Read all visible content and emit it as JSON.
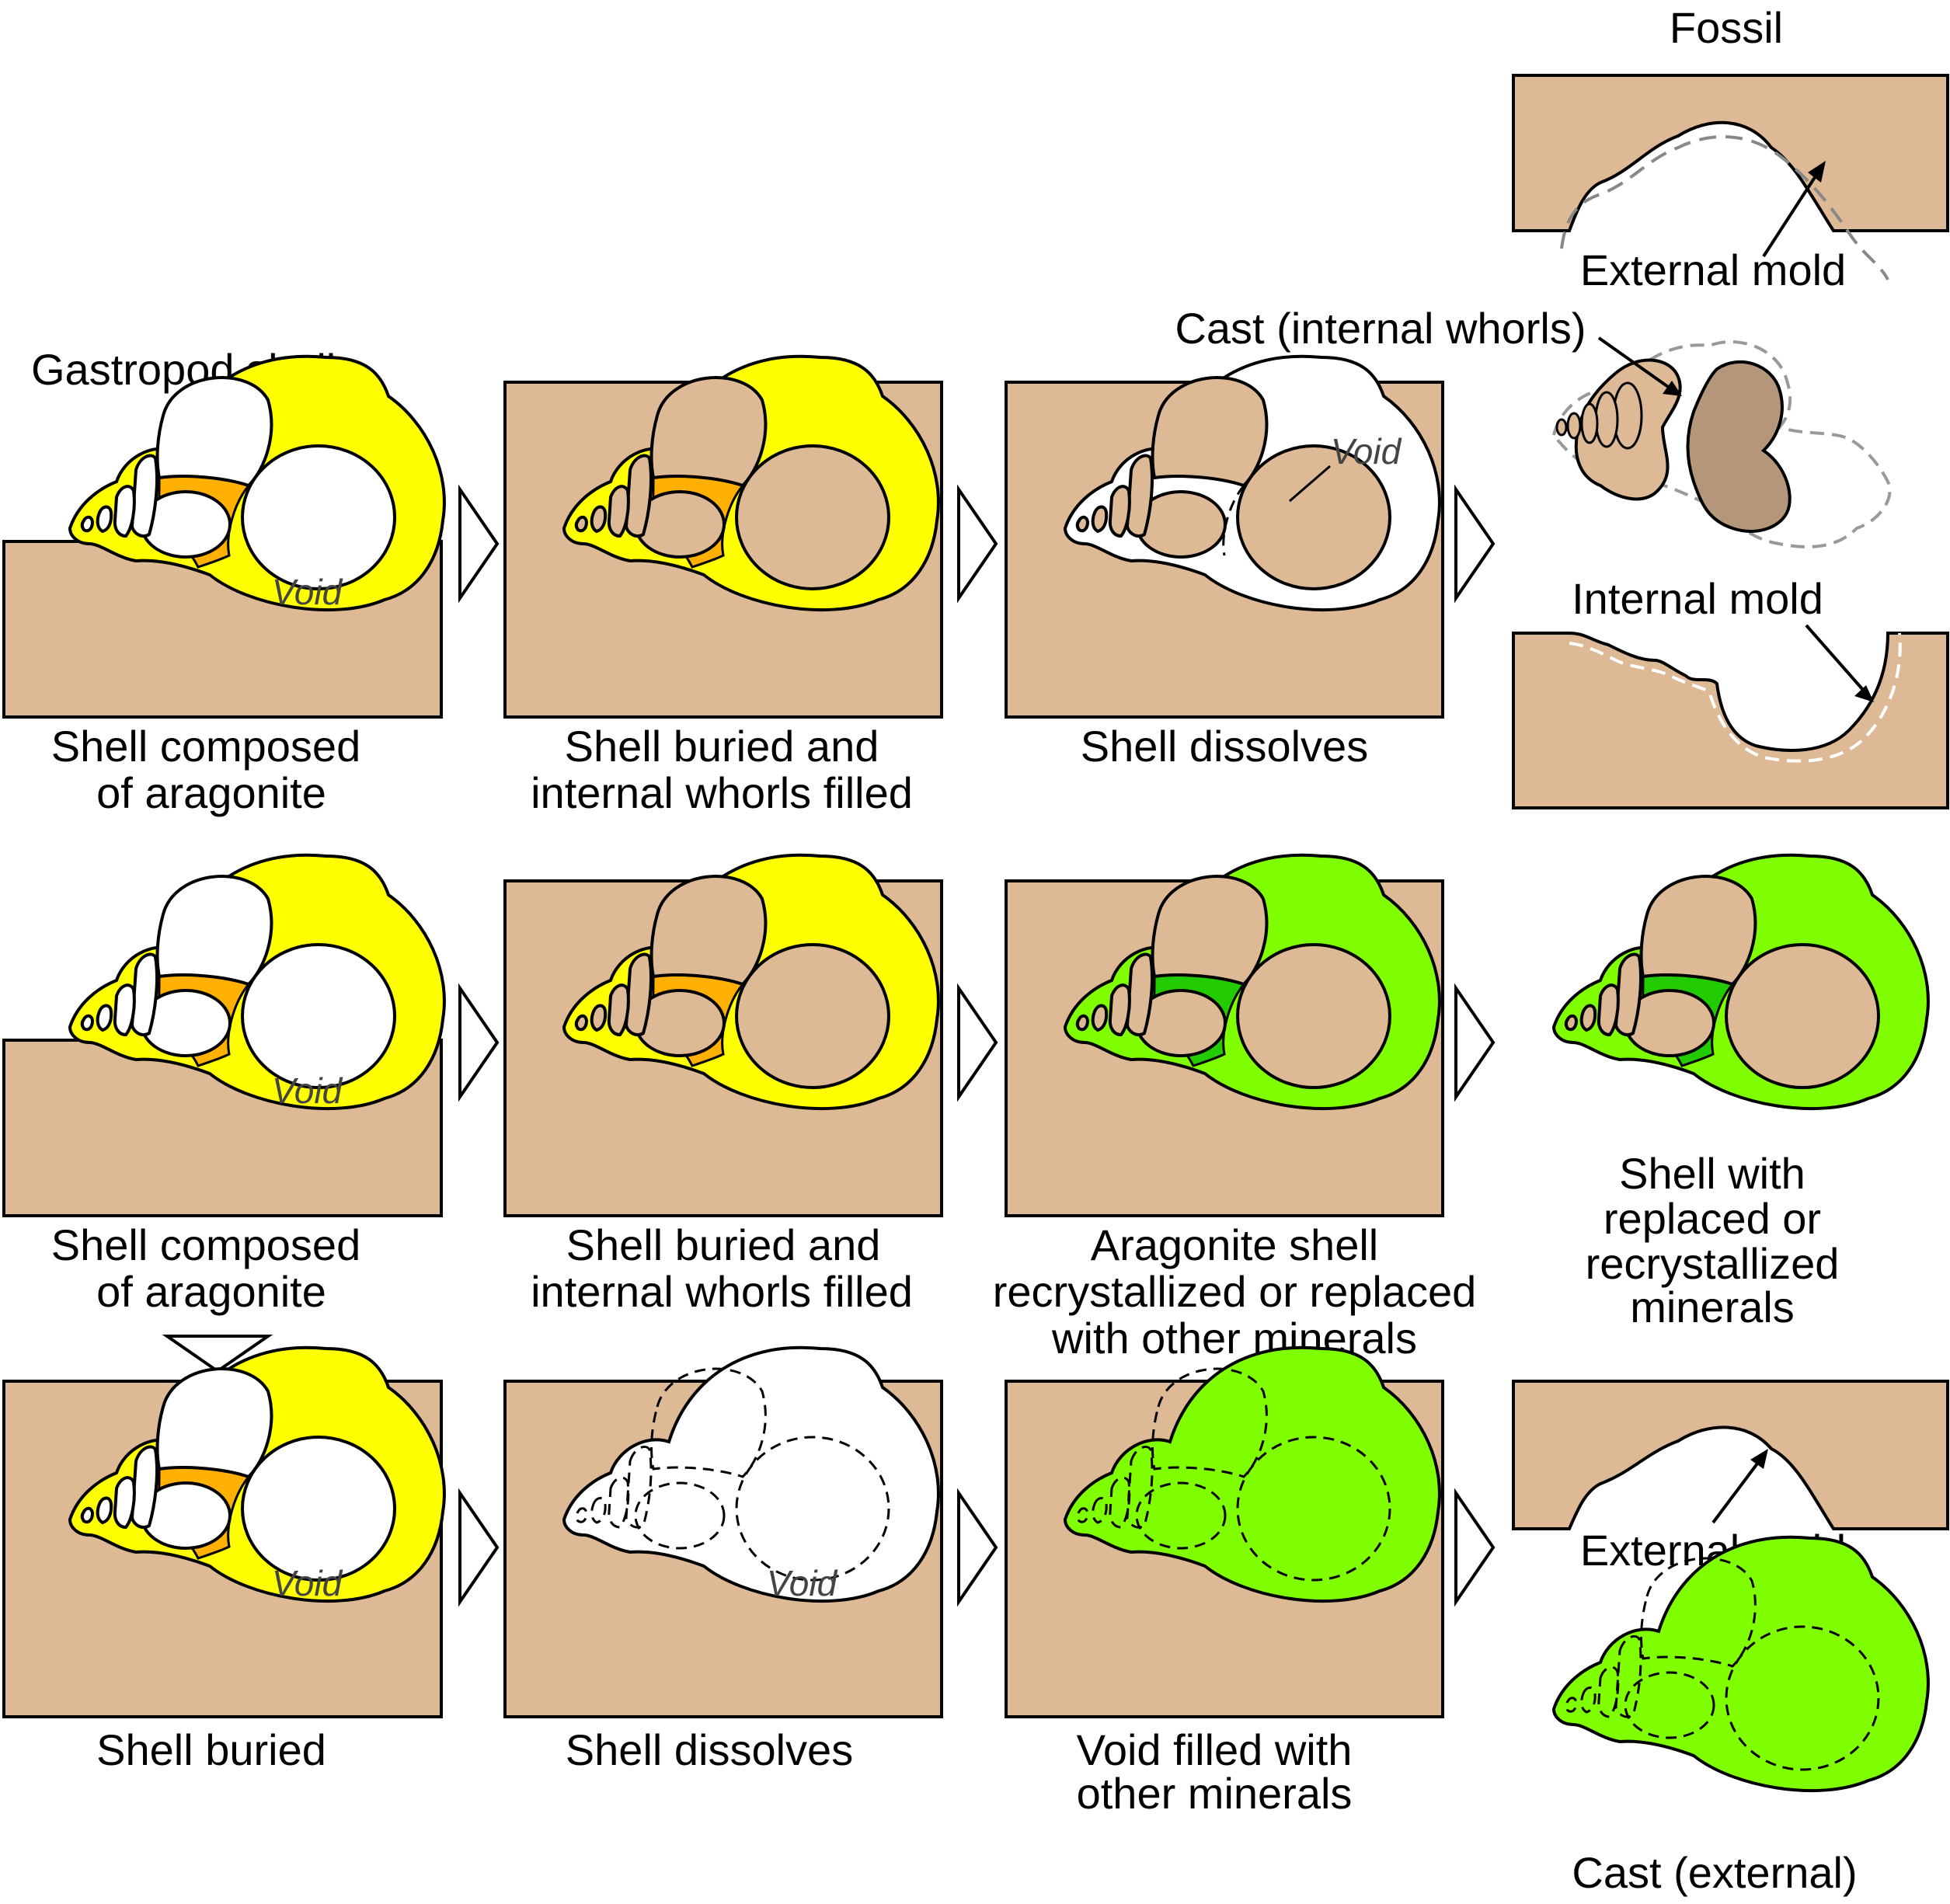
{
  "headers": {
    "gastropod_shell": "Gastropod shell",
    "fossil": "Fossil"
  },
  "colors": {
    "sediment": "#ddb995",
    "sediment_dark": "#b4977b",
    "aragonite": "#ffff00",
    "aragonite_fill": "#ffb000",
    "replaced": "#7fff00",
    "replaced_fill": "#22cc00",
    "void": "#ffffff"
  },
  "row1": {
    "p1_label": [
      "Shell composed",
      "of aragonite"
    ],
    "p1_void": "Void",
    "p2_label": [
      "Shell buried and",
      "internal whorls filled"
    ],
    "p3_label": [
      "Shell dissolves"
    ],
    "p3_void": "Void",
    "external_mold": "External mold",
    "cast": "Cast (internal whorls)",
    "internal_mold": "Internal mold"
  },
  "row2": {
    "p1_label": [
      "Shell composed",
      "of aragonite"
    ],
    "p1_void": "Void",
    "p2_label": [
      "Shell buried and",
      "internal whorls filled"
    ],
    "p3_label": [
      "Aragonite shell",
      "recrystallized or replaced",
      "with other minerals"
    ],
    "p4_label": [
      "Shell with",
      "replaced or",
      "recrystallized",
      "minerals"
    ]
  },
  "row3": {
    "p1_label": [
      "Shell buried"
    ],
    "p1_void": "Void",
    "p2_label": [
      "Shell dissolves"
    ],
    "p2_void": "Void",
    "p3_label": [
      "Void filled with",
      "other minerals"
    ],
    "external_mold": "External mold",
    "cast": "Cast (external)"
  }
}
